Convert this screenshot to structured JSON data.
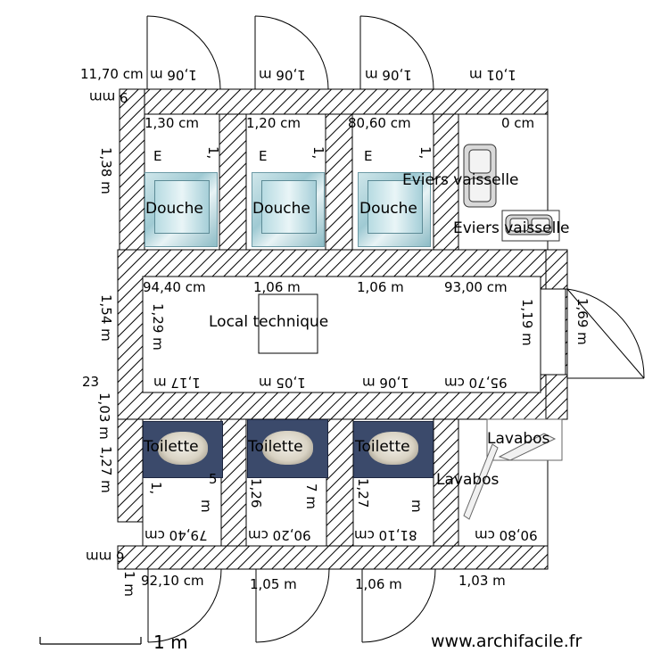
{
  "rooms": {
    "douche_1": "Douche",
    "douche_2": "Douche",
    "douche_3": "Douche",
    "local_technique": "Local technique",
    "toilette_1": "Toilette",
    "toilette_2": "Toilette",
    "toilette_3": "Toilette",
    "eviers_1": "Eviers vaisselle",
    "eviers_2": "Eviers vaisselle",
    "lavabos_1": "Lavabos",
    "lavabos_2": "Lavabos"
  },
  "dimensions": {
    "top_1": "11,70 cm",
    "top_2": "1,06 m",
    "top_3": "1,06 m",
    "top_4": "1,06 m",
    "top_5": "1,01 m",
    "top_left": "9 mm",
    "shower_1": "1,30 cm",
    "shower_2": "1,20 cm",
    "shower_3": "80,60 cm",
    "shower_4": "0 cm",
    "left_1": "1,38 m",
    "left_2": "1,54 m",
    "left_3": "1,27 m",
    "mid_1": "94,40 cm",
    "mid_2": "1,06 m",
    "mid_3": "1,06 m",
    "mid_4": "93,00 cm",
    "tech_h1": "1,29 m",
    "tech_h2": "1,19 m",
    "right_door": "1,69 m",
    "low_1": "1,17 m",
    "low_2": "1,05 m",
    "low_3": "1,06 m",
    "low_4": "95,70 cm",
    "low_left": "23",
    "low_left_b": "1,03 m",
    "wc_1": "79,40 cm",
    "wc_2": "90,20 cm",
    "wc_3": "81,10 cm",
    "wc_4": "90,80 cm",
    "bot_1": "92,10 cm",
    "bot_2": "1,05 m",
    "bot_3": "1,06 m",
    "bot_4": "1,03 m",
    "bot_left_a": "6 mm",
    "bot_left_b": "1 m",
    "small_E1": "E",
    "small_E2": "E",
    "small_E3": "E",
    "small_1a": "1,",
    "small_1b": "1,",
    "small_1c": "1,",
    "wc_h1": "1,",
    "wc_h2": "1,26",
    "wc_h3": "1,27",
    "wc_m": "m",
    "wc_m2": "m",
    "wc_7": "7 m",
    "wc_5": "5"
  },
  "scale": {
    "label": "1 m"
  },
  "watermark": "www.archifacile.fr"
}
